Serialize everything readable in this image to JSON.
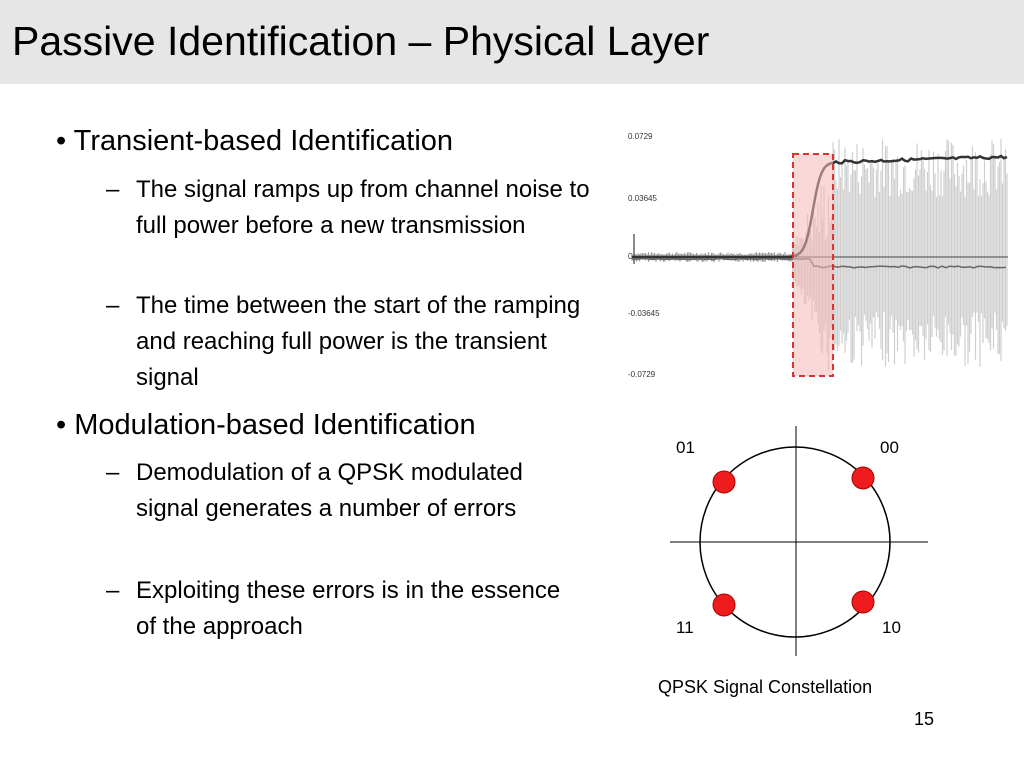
{
  "slide": {
    "title": "Passive Identification – Physical Layer",
    "page_number": "15"
  },
  "bullets": [
    {
      "text": "• Transient-based Identification",
      "subs": [
        "The signal ramps up from channel noise to full power before a new transmission",
        "The time between the start of the ramping and reaching full power is the transient signal"
      ]
    },
    {
      "text": "• Modulation-based Identification",
      "subs": [
        "Demodulation of a QPSK modulated signal generates a number of errors",
        "Exploiting these errors is in the essence of the approach"
      ]
    }
  ],
  "sub_dash": "–",
  "waveform": {
    "y_ticks": [
      "0.0729",
      "0.03645",
      "0",
      "-0.03645",
      "-0.0729"
    ],
    "highlight_color": "#e03030"
  },
  "constellation": {
    "caption": "QPSK Signal Constellation",
    "points": [
      {
        "label": "00",
        "quadrant": "top-right"
      },
      {
        "label": "01",
        "quadrant": "top-left"
      },
      {
        "label": "11",
        "quadrant": "bottom-left"
      },
      {
        "label": "10",
        "quadrant": "bottom-right"
      }
    ],
    "point_color": "#ee1c1c"
  }
}
